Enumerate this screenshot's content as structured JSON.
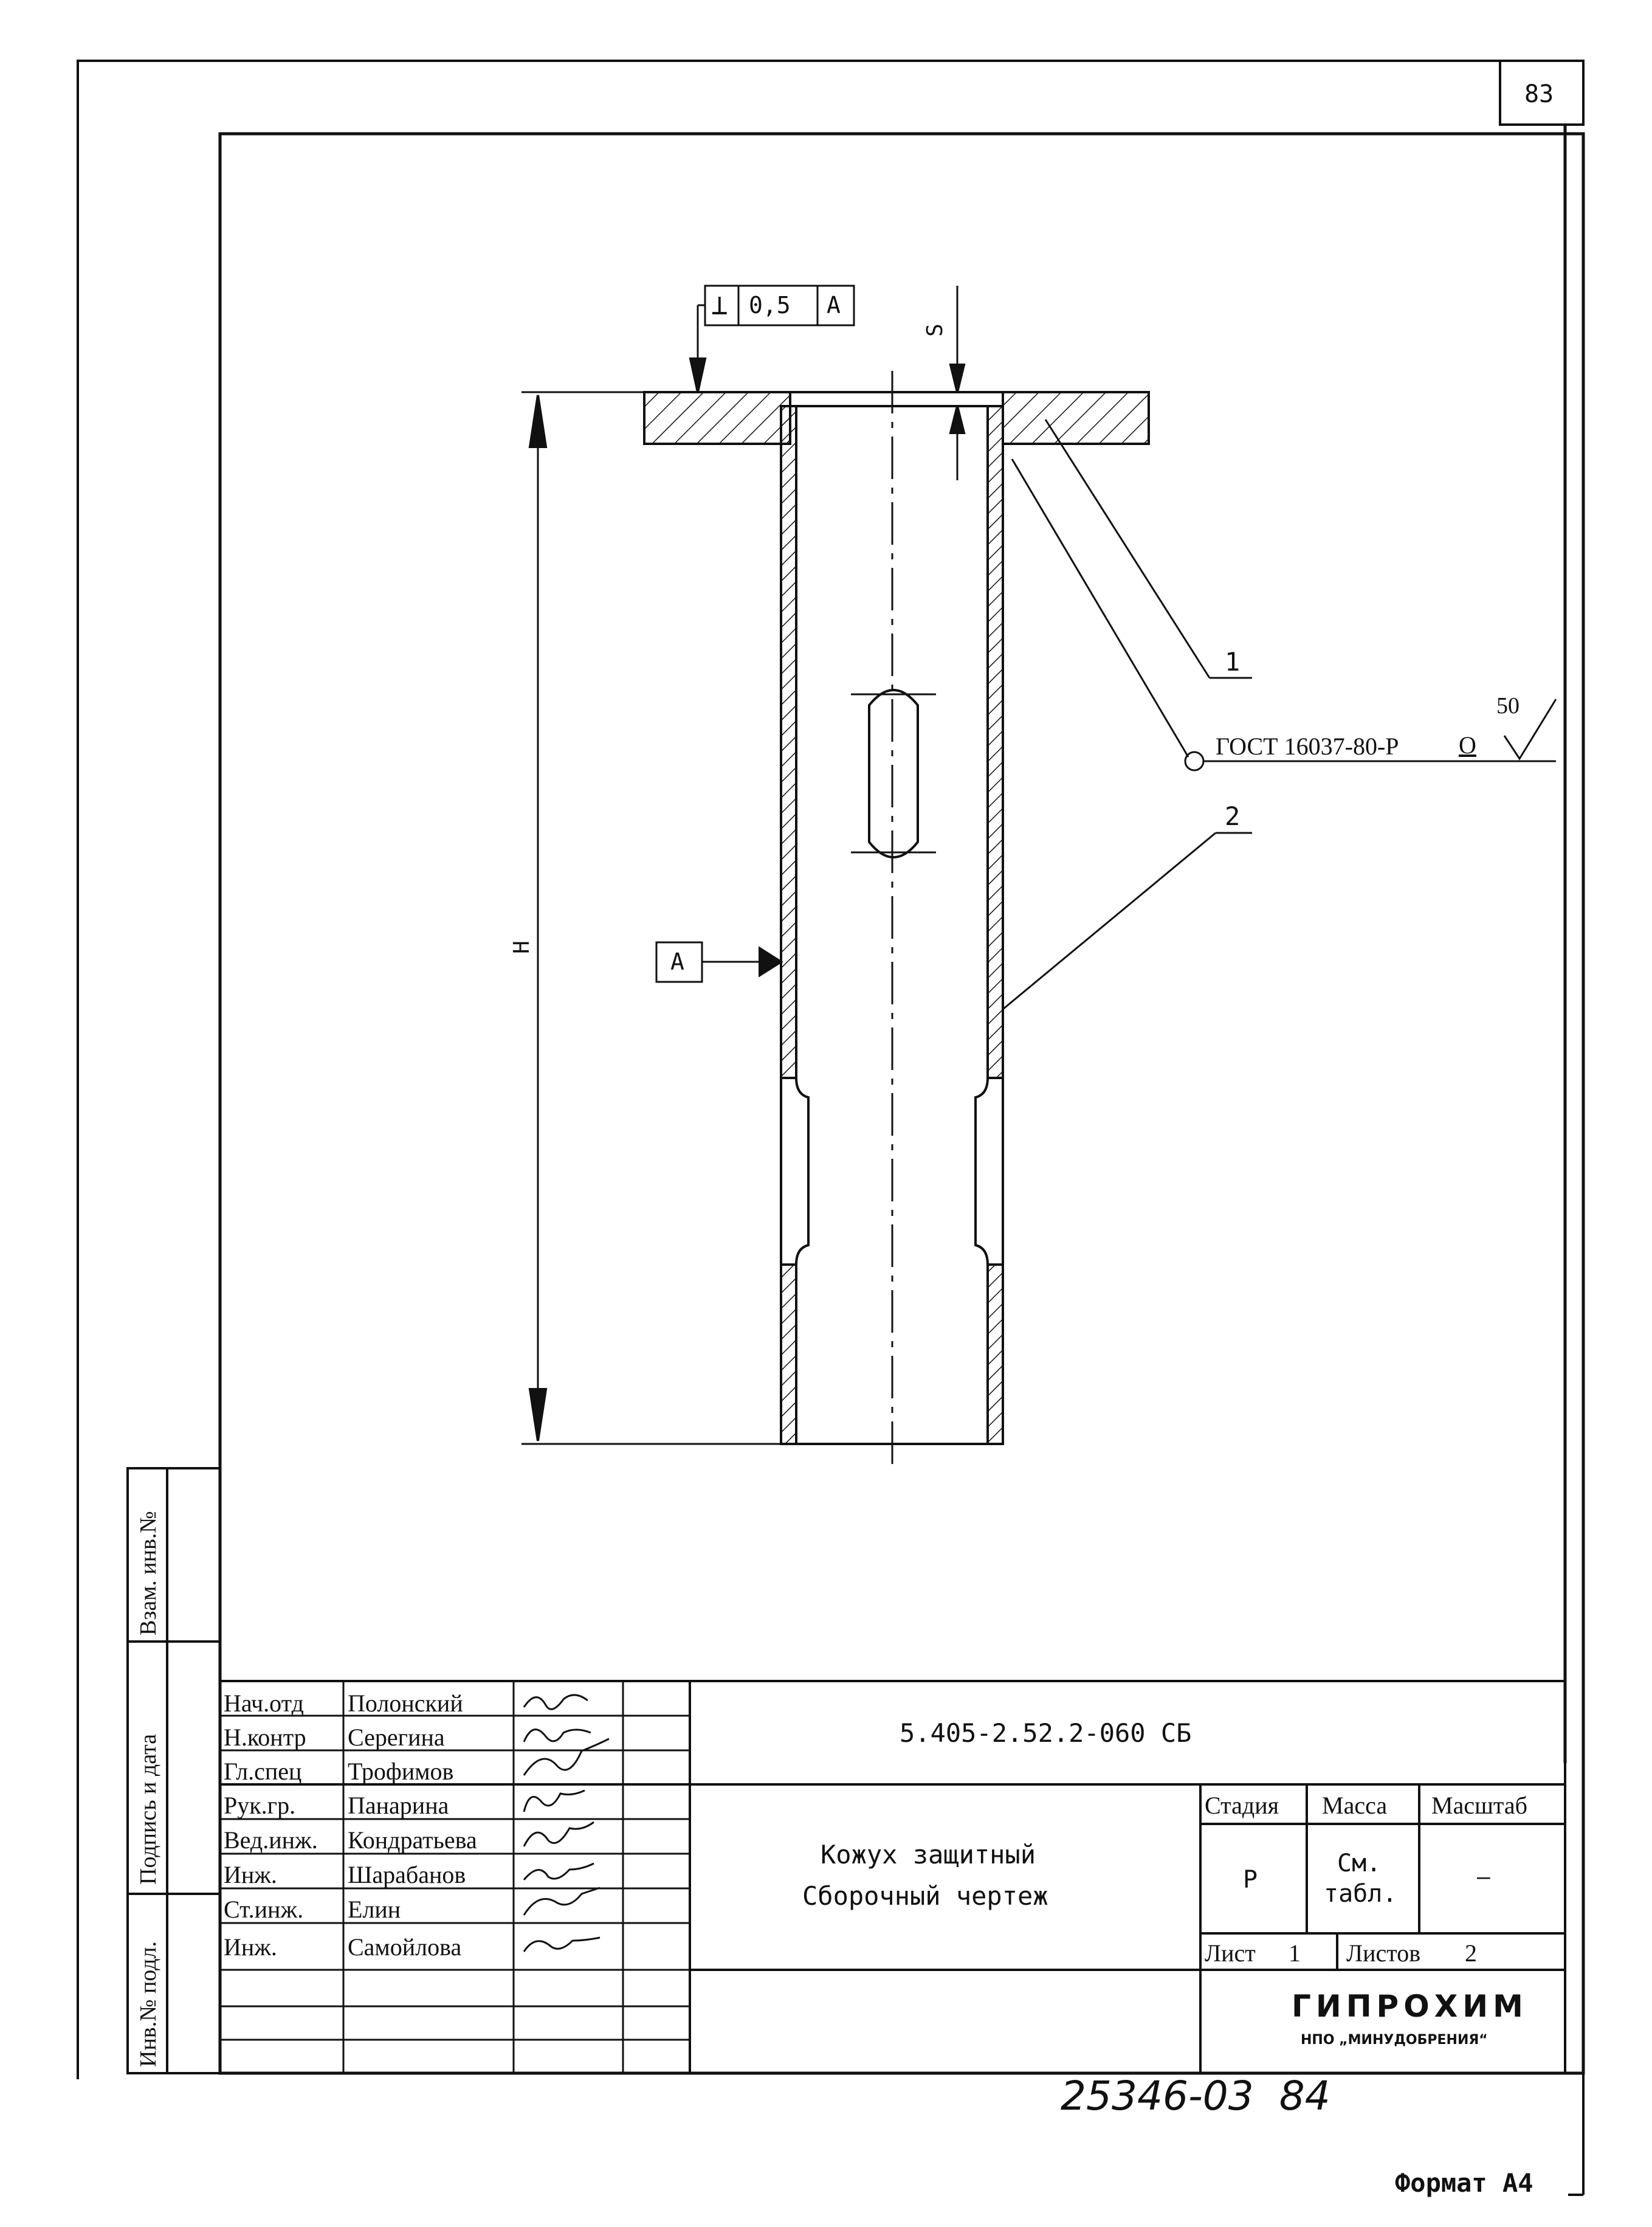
{
  "page_number": "83",
  "tolerance_frame": {
    "symbol": "⊥",
    "value": "0,5",
    "datum": "A"
  },
  "dim_s": "S",
  "dim_h": "H",
  "datum_label": "A",
  "callout_1": "1",
  "callout_2": "2",
  "weld_note": {
    "text": "ГОСТ 16037-80-Р",
    "sym": "О",
    "roughness": "50"
  },
  "title_block": {
    "roles": [
      {
        "role": "Нач.отд",
        "name": "Полонский"
      },
      {
        "role": "Н.контр",
        "name": "Серегина"
      },
      {
        "role": "Гл.спец",
        "name": "Трофимов"
      },
      {
        "role": "Рук.гр.",
        "name": "Панарина"
      },
      {
        "role": "Вед.инж.",
        "name": "Кондратьева"
      },
      {
        "role": "Инж.",
        "name": "Шарабанов"
      },
      {
        "role": "Ст.инж.",
        "name": "Елин"
      },
      {
        "role": "Инж.",
        "name": "Самойлова"
      }
    ],
    "designation": "5.405-2.52.2-060 СБ",
    "title_line1": "Кожух защитный",
    "title_line2": "Сборочный чертеж",
    "hdr_stage": "Стадия",
    "hdr_mass": "Масса",
    "hdr_scale": "Масштаб",
    "stage": "Р",
    "mass_line1": "См.",
    "mass_line2": "табл.",
    "scale": "—",
    "sheet_label": "Лист",
    "sheet_value": "1",
    "sheets_label": "Листов",
    "sheets_value": "2",
    "org_name": "ГИПРОХИМ",
    "org_sub": "НПО „МИНУДОБРЕНИЯ“"
  },
  "side_stamp": {
    "inv_podl": "Инв.№ подл.",
    "sign_date": "Подпись и дата",
    "vzam_inv": "Взам. инв.№"
  },
  "handwritten": "25346-03  84",
  "format": "Формат А4"
}
